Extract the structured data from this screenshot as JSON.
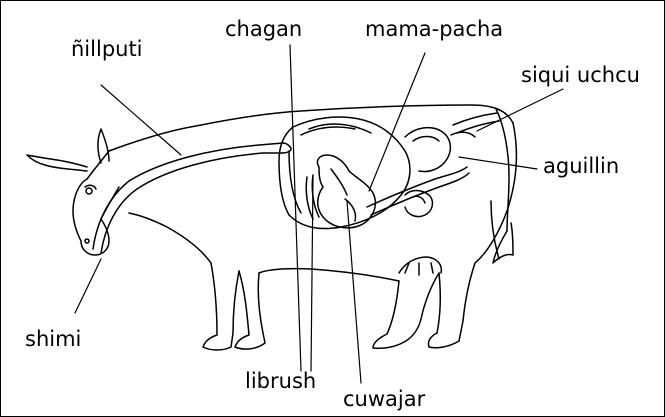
{
  "figure": {
    "colors": {
      "ink": "#000000",
      "paper": "#ffffff"
    },
    "labels": {
      "chagan": "chagan",
      "mama_pacha": "mama-pacha",
      "nillputi": "ñillputi",
      "siqui_uchcu": "siqui uchcu",
      "aguillin": "aguillin",
      "shimi": "shimi",
      "librush": "librush",
      "cuwajar": "cuwajar"
    }
  }
}
